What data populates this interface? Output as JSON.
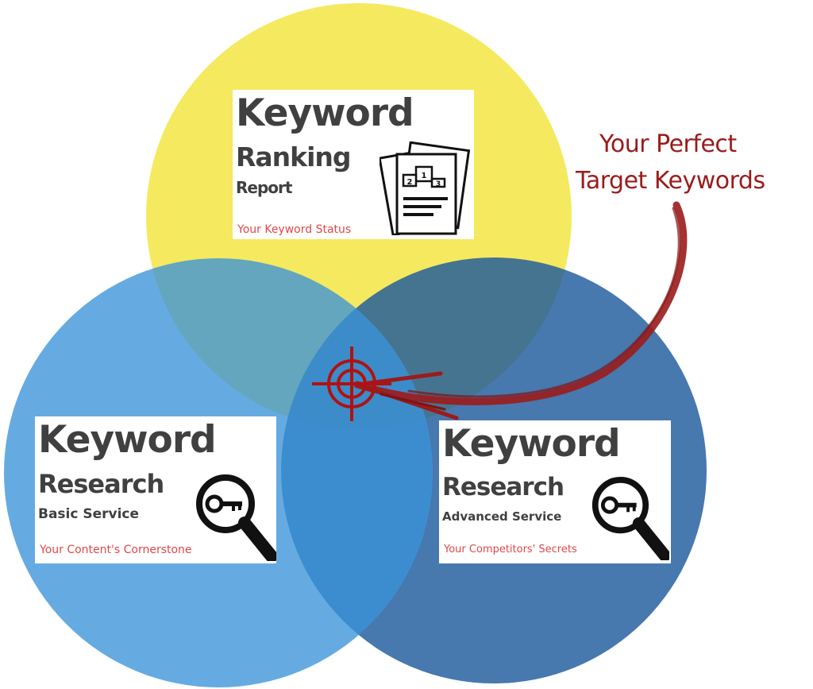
{
  "colors": {
    "top_circle": "#f4e64a",
    "left_circle": "#3a94d8",
    "right_circle": "#1f5a9c",
    "callout": "#9b1b1b",
    "heading": "#404040",
    "tagline": "#e04848"
  },
  "top_card": {
    "line1": "Keyword",
    "line2": "Ranking",
    "line3": "Report",
    "tagline": "Your Keyword Status",
    "icon": "podium-report-icon",
    "podium": [
      "2",
      "1",
      "3"
    ]
  },
  "left_card": {
    "line1": "Keyword",
    "line2": "Research",
    "line3": "Basic Service",
    "tagline": "Your Content's Cornerstone",
    "icon": "magnifier-key-icon"
  },
  "right_card": {
    "line1": "Keyword",
    "line2": "Research",
    "line3": "Advanced Service",
    "tagline": "Your Competitors' Secrets",
    "icon": "magnifier-key-icon"
  },
  "callout": {
    "line1": "Your Perfect",
    "line2": "Target Keywords",
    "icon": "crosshair-target-icon"
  }
}
